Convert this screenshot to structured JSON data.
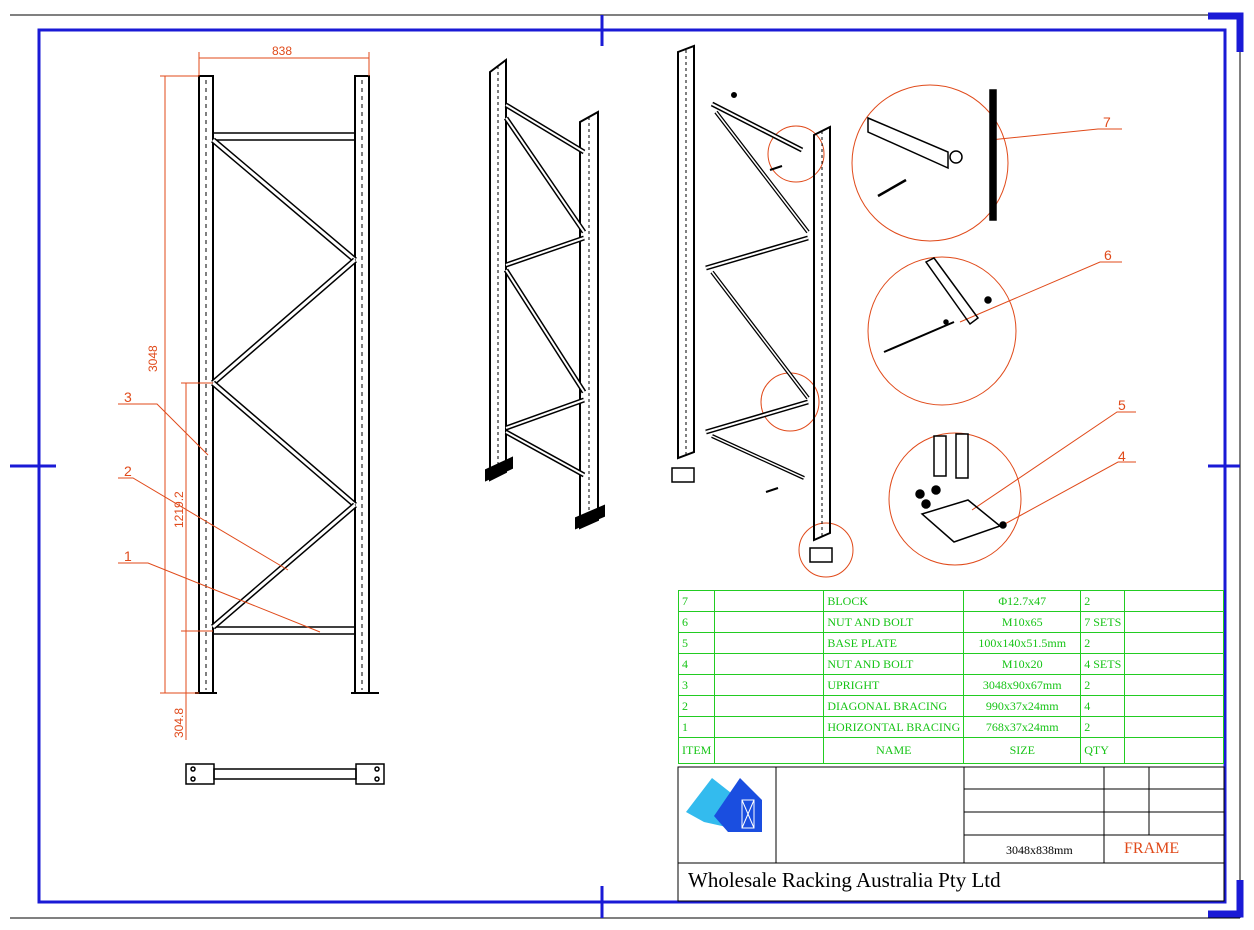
{
  "drawing": {
    "title": "FRAME",
    "size": "3048x838mm",
    "company": "Wholesale Racking Australia Pty Ltd",
    "dimensions": {
      "width": "838",
      "height": "3048",
      "beam_spacing": "1219.2",
      "bottom_offset": "304.8"
    },
    "callouts": [
      "1",
      "2",
      "3",
      "4",
      "5",
      "6",
      "7"
    ]
  },
  "bom": {
    "headers": {
      "item": "ITEM",
      "name": "NAME",
      "size": "SIZE",
      "qty": "QTY"
    },
    "rows": [
      {
        "item": "7",
        "name": "BLOCK",
        "size": "Φ12.7x47",
        "qty": "2"
      },
      {
        "item": "6",
        "name": "NUT AND BOLT",
        "size": "M10x65",
        "qty": "7 SETS"
      },
      {
        "item": "5",
        "name": "BASE PLATE",
        "size": "100x140x51.5mm",
        "qty": "2"
      },
      {
        "item": "4",
        "name": "NUT AND BOLT",
        "size": "M10x20",
        "qty": "4 SETS"
      },
      {
        "item": "3",
        "name": "UPRIGHT",
        "size": "3048x90x67mm",
        "qty": "2"
      },
      {
        "item": "2",
        "name": "DIAGONAL BRACING",
        "size": "990x37x24mm",
        "qty": "4"
      },
      {
        "item": "1",
        "name": "HORIZONTAL BRACING",
        "size": "768x37x24mm",
        "qty": "2"
      }
    ]
  },
  "colors": {
    "border": "#1a1ad6",
    "dimension": "#e04a1a",
    "table": "#22cc22",
    "logo_light": "#33bbee",
    "logo_dark": "#1a4ee0"
  }
}
